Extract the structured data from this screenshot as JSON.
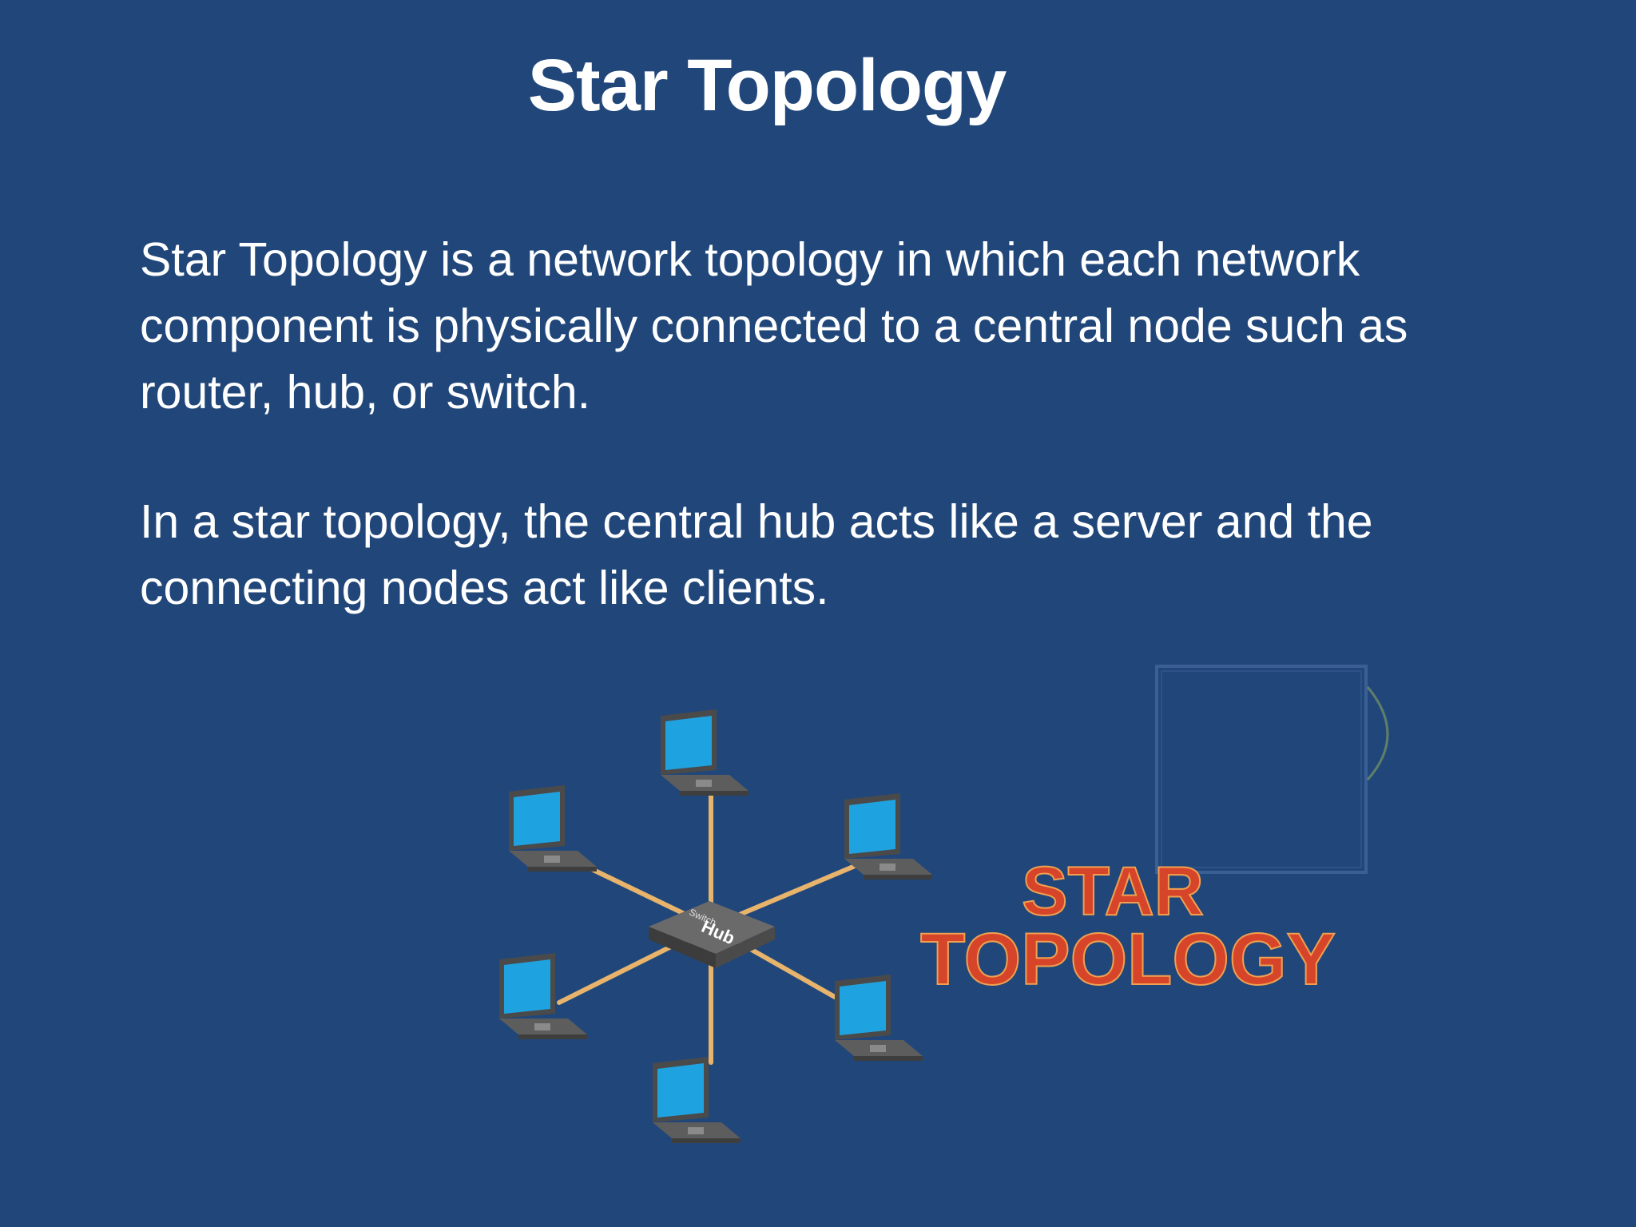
{
  "slide": {
    "title": "Star Topology",
    "paragraphs": [
      "Star Topology is a network topology in which each network component is physically connected to a central node such as router, hub, or switch.",
      "In a star topology, the central hub acts like a server and the connecting nodes act like clients."
    ]
  },
  "diagram": {
    "hub_top_label": "Switch",
    "hub_label": "Hub",
    "logo_line1": "STAR",
    "logo_line2": "TOPOLOGY",
    "node_count": 6,
    "icons": [
      "laptop-icon",
      "hub-icon"
    ]
  },
  "colors": {
    "background": "#21477a",
    "text": "#ffffff",
    "cable": "#e8b46c",
    "screen": "#1fa3e0",
    "device": "#5b5b5b",
    "logo": "#d6452a",
    "frame": "#3a5f95"
  }
}
